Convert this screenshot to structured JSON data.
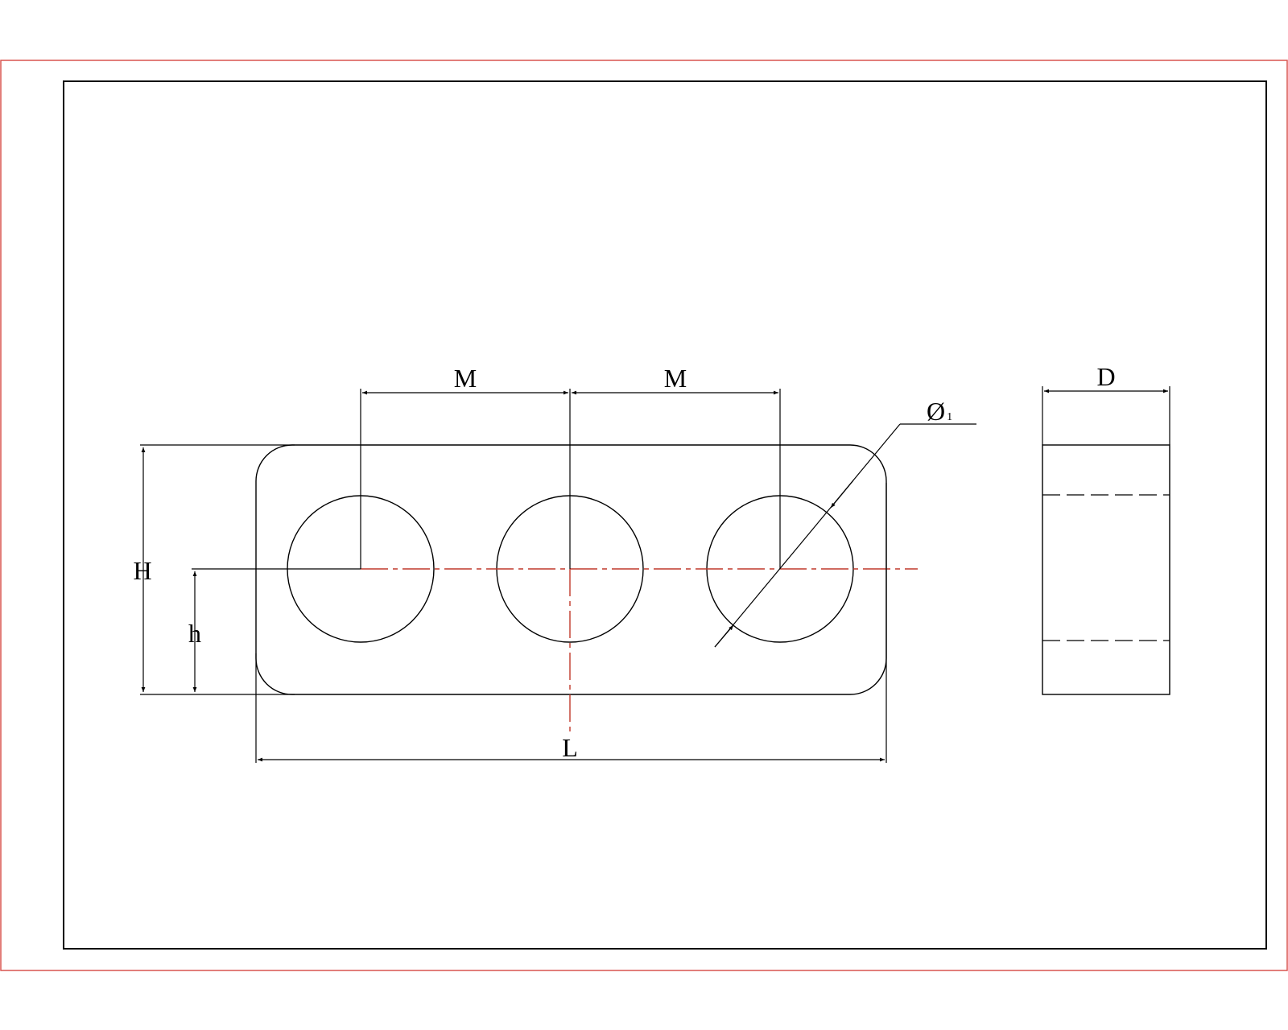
{
  "labels": {
    "m_left": "M",
    "m_right": "M",
    "diameter_symbol": "Ø",
    "diameter_subscript": "1",
    "depth": "D",
    "height": "H",
    "hole_height": "h",
    "length": "L"
  },
  "colors": {
    "line": "#000000",
    "centerline": "#c0392b",
    "outer_border": "#d9534f"
  }
}
